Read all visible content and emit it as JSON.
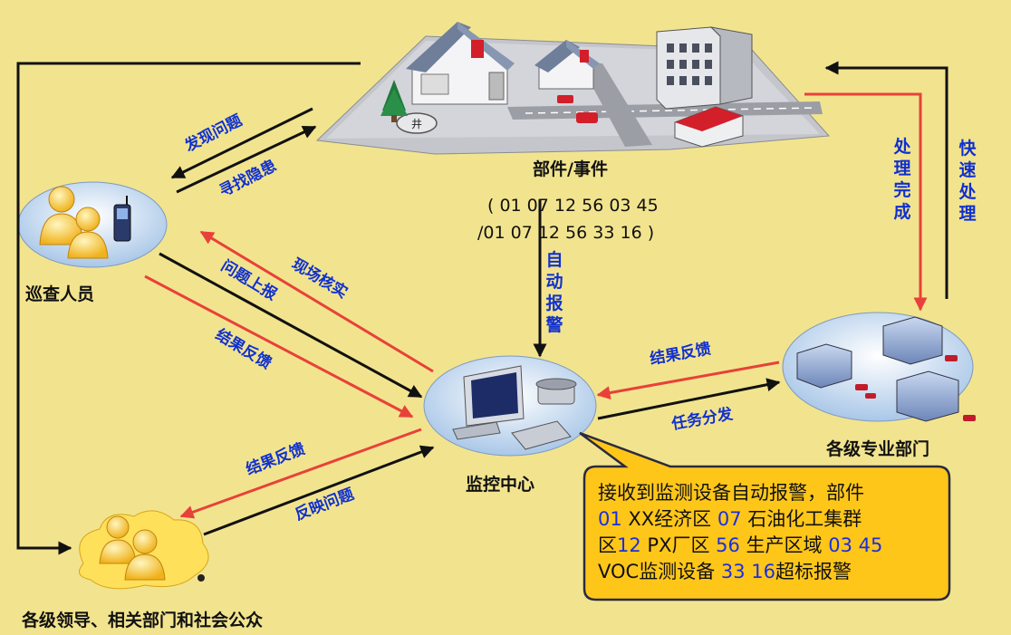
{
  "nodes": {
    "event": "部件/事件",
    "patrol": "巡查人员",
    "monitor": "监控中心",
    "departments": "各级专业部门",
    "public": "各级领导、相关部门和社会公众"
  },
  "codes": {
    "line1": "(  01 07 12 56 03 45",
    "line2": "/01 07 12 56 33 16  )"
  },
  "edges": {
    "find_problem": "发现问题",
    "find_hazard": "寻找隐患",
    "onsite_verify": "现场核实",
    "report_problem": "问题上报",
    "feedback_patrol": "结果反馈",
    "feedback_public": "结果反馈",
    "reflect_problem": "反映问题",
    "auto_alarm": "自动报警",
    "feedback_dept": "结果反馈",
    "task_dispatch": "任务分发",
    "processing_done": "处理完成",
    "quick_process": "快速处理",
    "well_label": "井"
  },
  "callout": {
    "l1": "接收到监测设备自动报警，部件",
    "l2a": "01",
    "l2b": " XX经济区 ",
    "l2c": "07",
    "l2d": " 石油化工集群",
    "l3a": "区",
    "l3b": "12",
    "l3c": " PX厂区 ",
    "l3d": "56",
    "l3e": " 生产区域 ",
    "l3f": "03 45",
    "l4a": "VOC监测设备 ",
    "l4b": "33 16",
    "l4c": "超标报警"
  },
  "colors": {
    "background": "#f2e48e",
    "label_blue": "#1030d0",
    "arrow_red": "#e8413a",
    "arrow_black": "#111111",
    "callout_fill": "#ffc61a",
    "callout_border": "#2a2a40"
  }
}
